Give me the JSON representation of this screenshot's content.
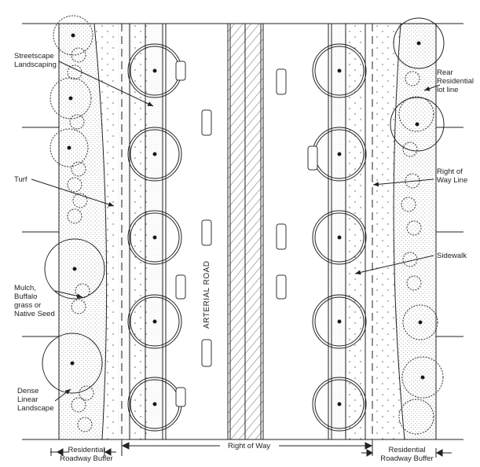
{
  "labels": {
    "streetscape": [
      "Streetscape",
      "Landscaping"
    ],
    "turf": "Turf",
    "mulch": [
      "Mulch,",
      "Buffalo",
      "grass or",
      "Native Seed"
    ],
    "dense": [
      "Dense",
      "Linear",
      "Landscape"
    ],
    "rear": [
      "Rear",
      "Residential",
      "lot line"
    ],
    "row_line": [
      "Right of",
      "Way Line"
    ],
    "sidewalk": "Sidewalk",
    "road": "ARTERIAL ROAD",
    "row": "Right of Way",
    "buffer_left": [
      "Residential",
      "Roadway Buffer"
    ],
    "buffer_right": [
      "Residential",
      "Roadway Buffer"
    ]
  },
  "colors": {
    "line": "#222222",
    "stipple": "#9a9a9a"
  }
}
